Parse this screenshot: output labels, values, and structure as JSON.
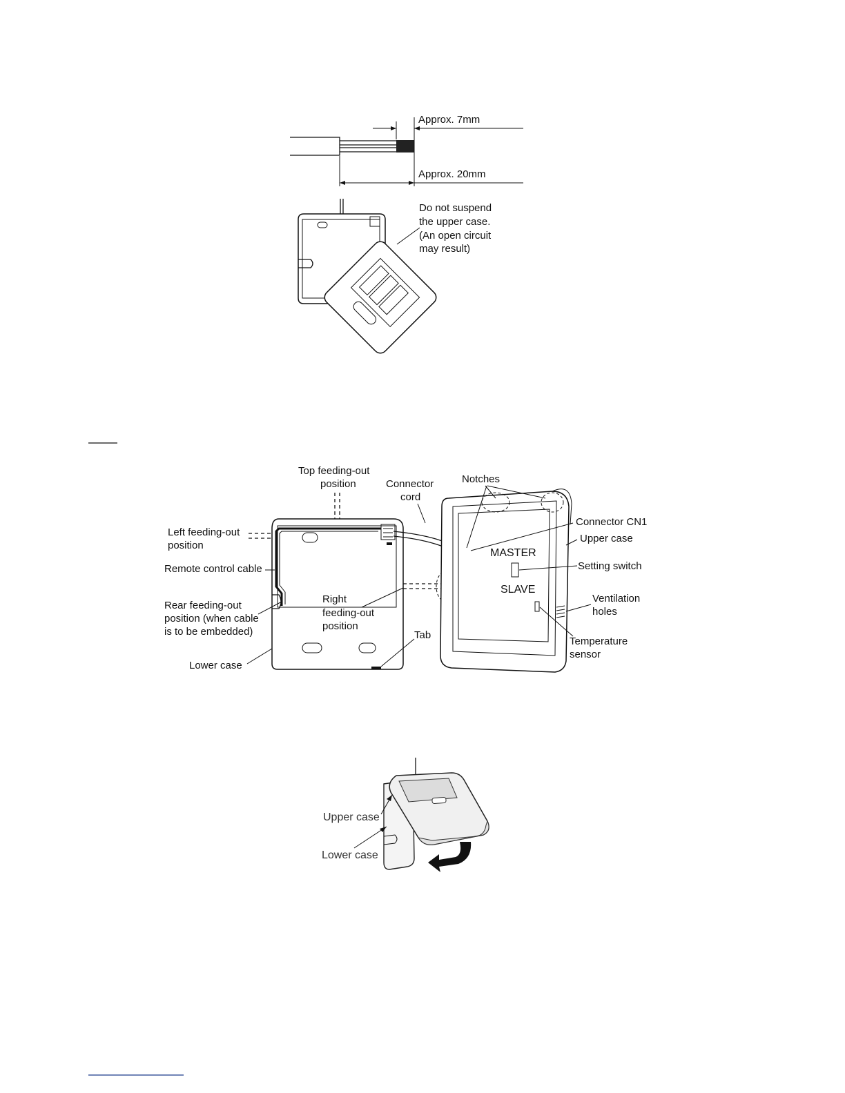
{
  "figure1": {
    "label_7mm": "Approx. 7mm",
    "label_20mm": "Approx. 20mm"
  },
  "figure2": {
    "note_lines": [
      "Do not suspend",
      "the upper case.",
      "(An open circuit",
      "may result)"
    ]
  },
  "figure3": {
    "top_feeding_out": [
      "Top feeding-out",
      "position"
    ],
    "connector_cord": [
      "Connector",
      "cord"
    ],
    "notches": "Notches",
    "connector_cn1": "Connector CN1",
    "upper_case": "Upper case",
    "left_feeding_out": [
      "Left feeding-out",
      "position"
    ],
    "master": "MASTER",
    "remote_control_cable": "Remote control cable",
    "setting_switch": "Setting switch",
    "slave": "SLAVE",
    "rear_feeding_out": [
      "Rear feeding-out",
      "position (when cable",
      "is to be embedded)"
    ],
    "right_feeding_out": [
      "Right",
      "feeding-out",
      "position"
    ],
    "ventilation_holes": [
      "Ventilation",
      "holes"
    ],
    "tab": "Tab",
    "temperature_sensor": [
      "Temperature",
      "sensor"
    ],
    "lower_case": "Lower case"
  },
  "figure4": {
    "upper_case": "Upper case",
    "lower_case": "Lower case"
  }
}
